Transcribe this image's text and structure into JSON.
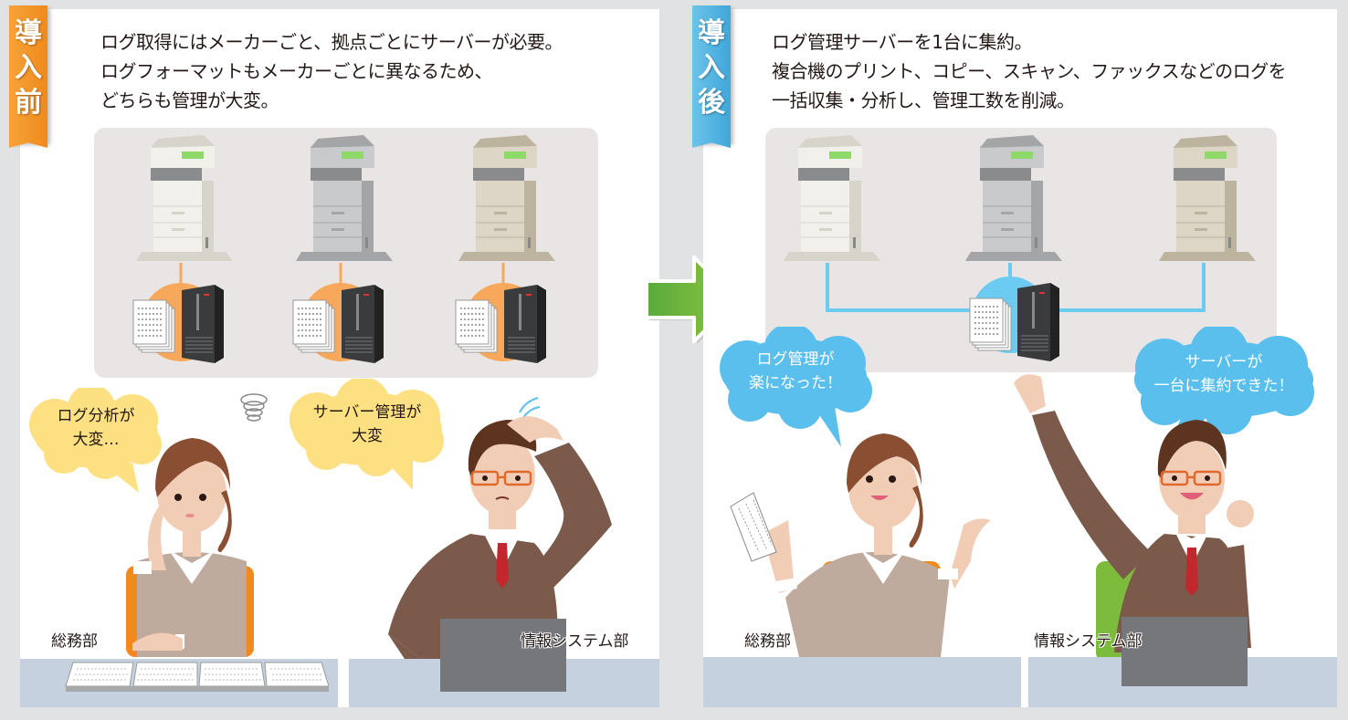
{
  "colors": {
    "background": "#e1e2e3",
    "panel": "#ffffff",
    "grey_box": "#e9e5e4",
    "before_accent": "#f08a1c",
    "after_accent": "#3fa7d9",
    "before_connector": "#f7a85a",
    "after_connector": "#6ccbf1",
    "yellow_bubble": "#fde082",
    "blue_bubble": "#5bbfee",
    "desk": "#c5d1de",
    "arrow_green": "#6db33f"
  },
  "before": {
    "ribbon": [
      "導",
      "入",
      "前"
    ],
    "description": [
      "ログ取得にはメーカーごと、拠点ごとにサーバーが必要。",
      "ログフォーマットもメーカーごとに異なるため、",
      "どちらも管理が大変。"
    ],
    "printers": [
      {
        "name": "mfp-white",
        "body": "#f2f0ea",
        "shade": "#d7d4cc"
      },
      {
        "name": "mfp-grey",
        "body": "#c9cacb",
        "shade": "#a3a5a7"
      },
      {
        "name": "mfp-beige",
        "body": "#ddd6c6",
        "shade": "#bdb4a0"
      }
    ],
    "servers_count": 3,
    "bubbles": [
      {
        "lines": [
          "ログ分析が",
          "大変…"
        ]
      },
      {
        "lines": [
          "サーバー管理が",
          "大変"
        ]
      }
    ],
    "departments": [
      "総務部",
      "情報システム部"
    ]
  },
  "transition_arrow": "right-arrow",
  "after": {
    "ribbon": [
      "導",
      "入",
      "後"
    ],
    "description": [
      "ログ管理サーバーを1台に集約。",
      "複合機のプリント、コピー、スキャン、ファックスなどのログを",
      "一括収集・分析し、管理工数を削減。"
    ],
    "printers": [
      {
        "name": "mfp-white",
        "body": "#f2f0ea",
        "shade": "#d7d4cc"
      },
      {
        "name": "mfp-grey",
        "body": "#c9cacb",
        "shade": "#a3a5a7"
      },
      {
        "name": "mfp-beige",
        "body": "#ddd6c6",
        "shade": "#bdb4a0"
      }
    ],
    "servers_count": 1,
    "bubbles": [
      {
        "lines": [
          "ログ管理が",
          "楽になった！"
        ]
      },
      {
        "lines": [
          "サーバーが",
          "一台に集約できた！"
        ]
      }
    ],
    "departments": [
      "総務部",
      "情報システム部"
    ]
  }
}
